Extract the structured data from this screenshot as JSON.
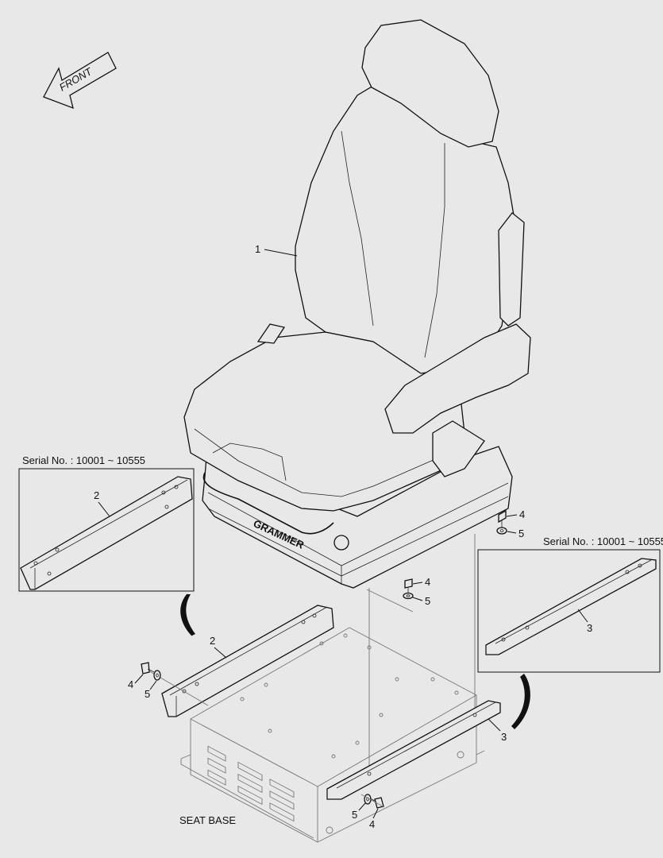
{
  "direction_arrow": {
    "text": "FRONT"
  },
  "insets": [
    {
      "serial": "Serial No. : 10001 ~ 10555",
      "part": "2"
    },
    {
      "serial": "Serial No. : 10001 ~ 10555",
      "part": "3"
    }
  ],
  "brand_text": "GRAMMER",
  "base_label": "SEAT BASE",
  "callouts": {
    "seat": "1",
    "rail_left": "2",
    "rail_right": "3",
    "bolt_top": "4",
    "washer_top": "5",
    "bolt_mid": "4",
    "washer_mid": "5",
    "bolt_left": "4",
    "washer_left": "5",
    "bolt_bottom": "4",
    "washer_bottom": "5"
  }
}
